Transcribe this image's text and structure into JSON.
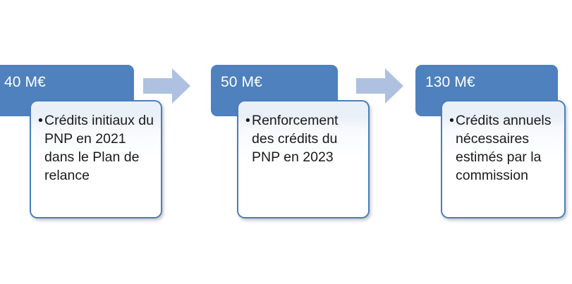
{
  "diagram": {
    "type": "process-flow",
    "title_visible": false,
    "orientation": "horizontal",
    "background_color": "#ffffff",
    "accent_color": "#4e81bd",
    "card_border_color": "#4a7ebb",
    "arrow_color": "#aec1e0",
    "header_text_color": "#ffffff",
    "body_text_color": "#1a1a1a"
  },
  "steps": [
    {
      "id": "step-1",
      "amount": "40 M€",
      "bullet": "•",
      "description": "Crédits initiaux du PNP en 2021 dans le Plan de relance"
    },
    {
      "id": "step-2",
      "amount": "50 M€",
      "bullet": "•",
      "description": "Renforcement des crédits du PNP en 2023"
    },
    {
      "id": "step-3",
      "amount": "130 M€",
      "bullet": "•",
      "description": "Crédits annuels nécessaires estimés par la commission"
    }
  ],
  "connectors": [
    {
      "id": "arrow-1",
      "from": "step-1",
      "to": "step-2",
      "glyph": "right-arrow"
    },
    {
      "id": "arrow-2",
      "from": "step-2",
      "to": "step-3",
      "glyph": "right-arrow"
    }
  ]
}
